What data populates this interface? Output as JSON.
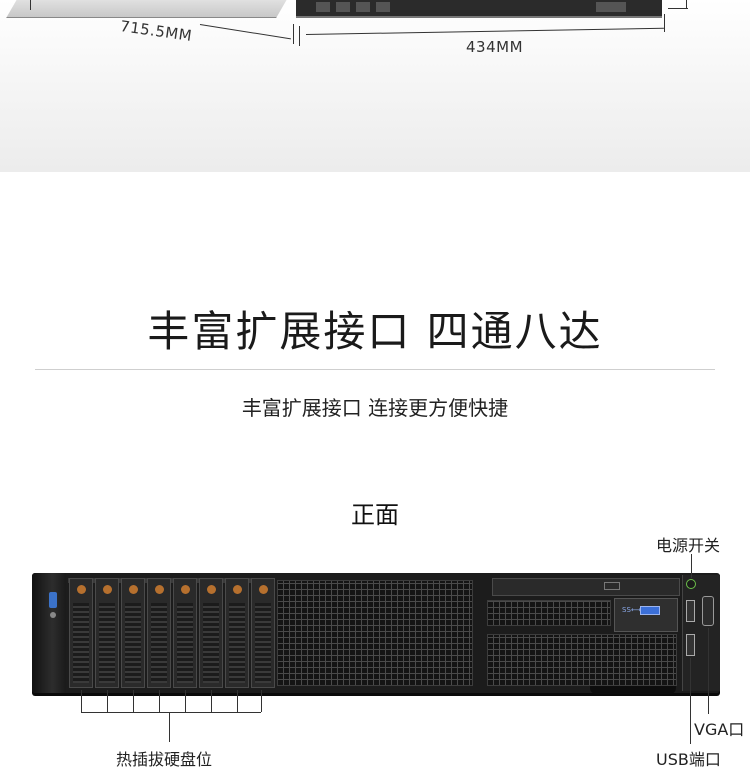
{
  "dimensions": {
    "depth_label": "715.5MM",
    "width_label": "434MM"
  },
  "headline": "丰富扩展接口 四通八达",
  "subtitle": "丰富扩展接口 连接更方便快捷",
  "section_title": "正面",
  "callouts": {
    "power": "电源开关",
    "vga": "VGA口",
    "usb": "USB端口",
    "hotswap": "热插拔硬盘位"
  },
  "drive_bay_count": 8,
  "colors": {
    "usb_port": "#3b6fd8",
    "power_led": "#6cc04a",
    "bay_led": "#b6702e",
    "status_led": "#3b72c8"
  }
}
